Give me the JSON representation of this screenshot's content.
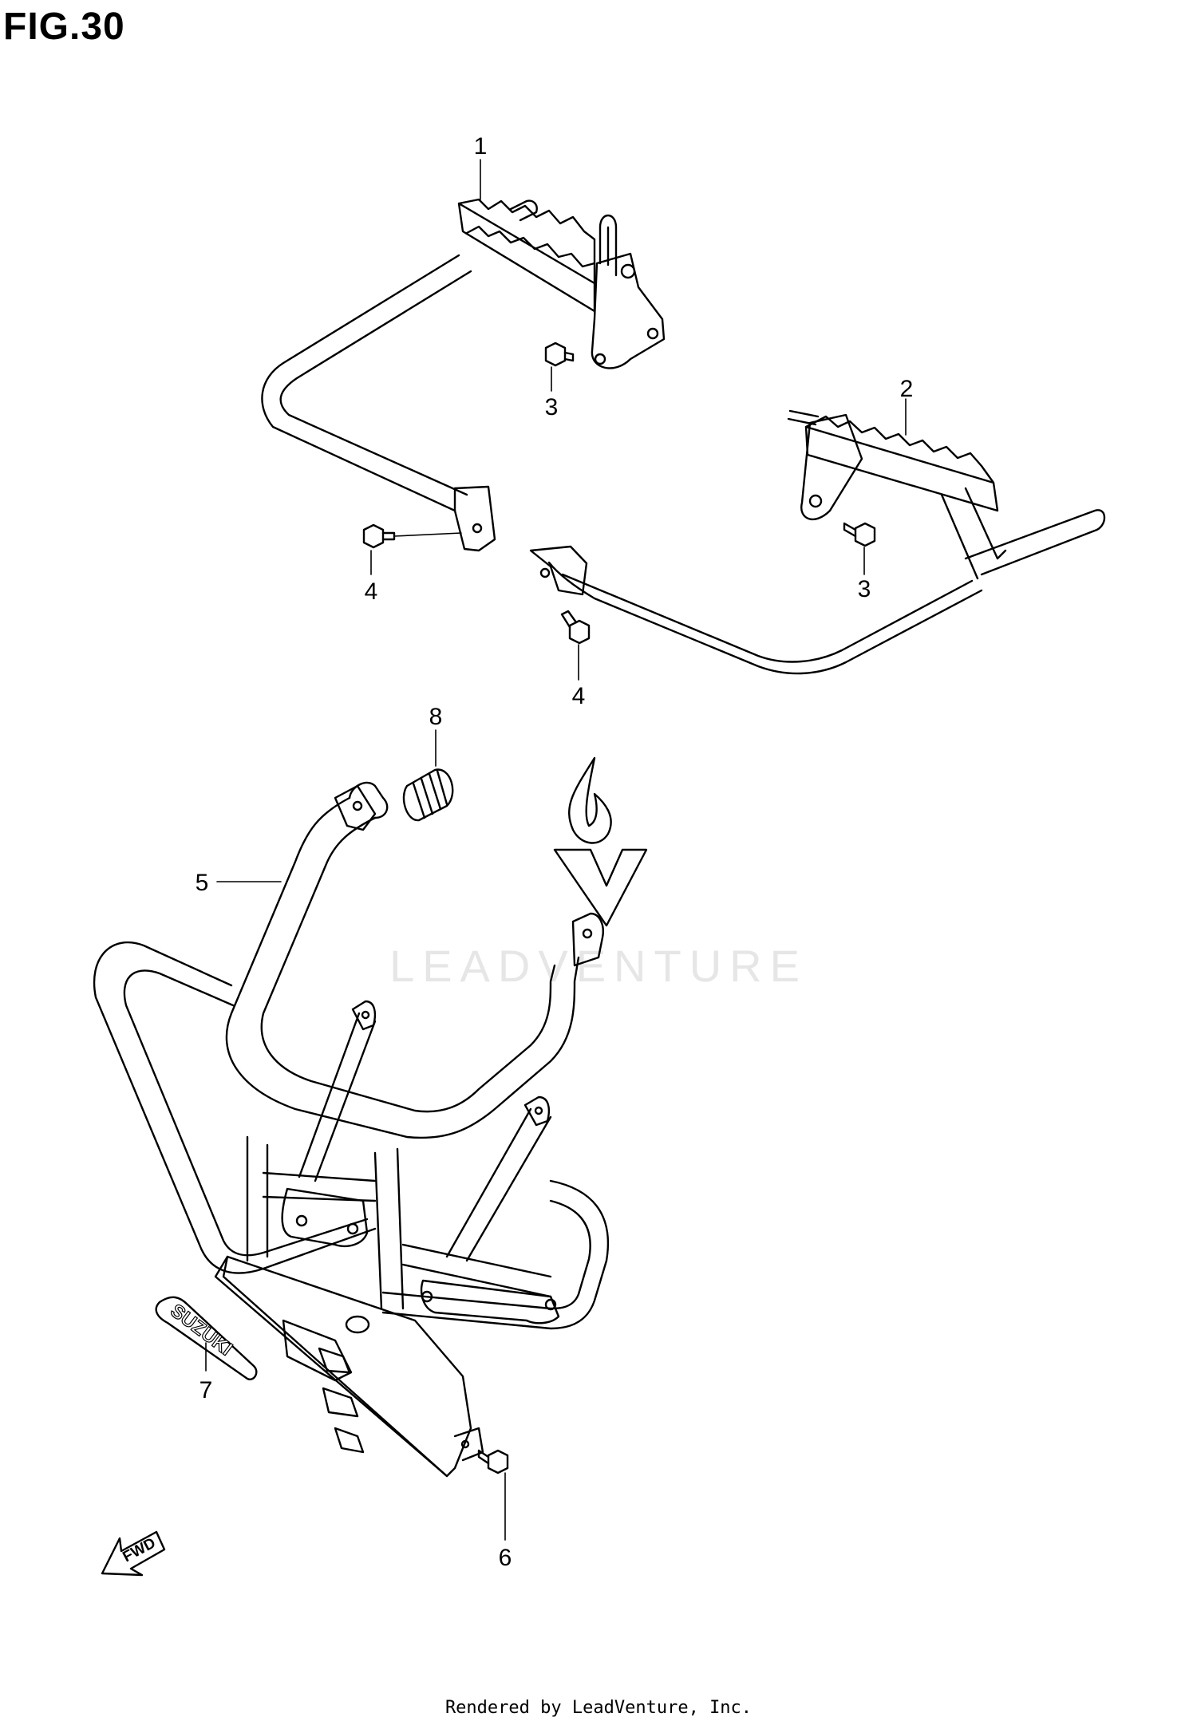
{
  "figure_title": "FIG.30",
  "callouts": {
    "c1": "1",
    "c2": "2",
    "c3a": "3",
    "c3b": "3",
    "c4a": "4",
    "c4b": "4",
    "c5": "5",
    "c6": "6",
    "c7": "7",
    "c8": "8"
  },
  "emblem_text": "SUZUKI",
  "direction_indicator": "FWD",
  "watermark_text": "LEADVENTURE",
  "footer_text": "Rendered by LeadVenture, Inc."
}
